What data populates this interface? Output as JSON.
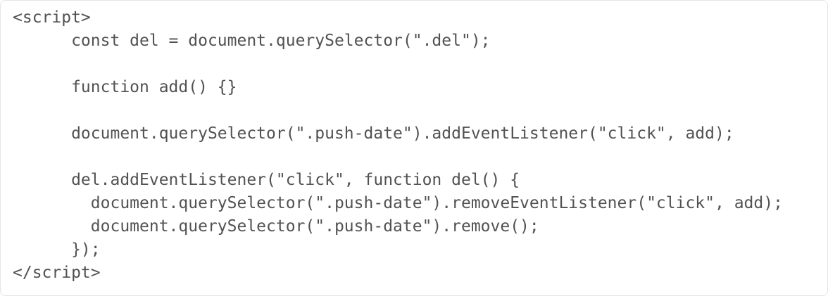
{
  "code": {
    "lines": [
      "<script>",
      "      const del = document.querySelector(\".del\");",
      "",
      "      function add() {}",
      "",
      "      document.querySelector(\".push-date\").addEventListener(\"click\", add);",
      "",
      "      del.addEventListener(\"click\", function del() {",
      "        document.querySelector(\".push-date\").removeEventListener(\"click\", add);",
      "        document.querySelector(\".push-date\").remove();",
      "      });",
      "</script>"
    ]
  },
  "colors": {
    "background": "#ffffff",
    "border": "#e4e4e4",
    "text": "#525252"
  }
}
